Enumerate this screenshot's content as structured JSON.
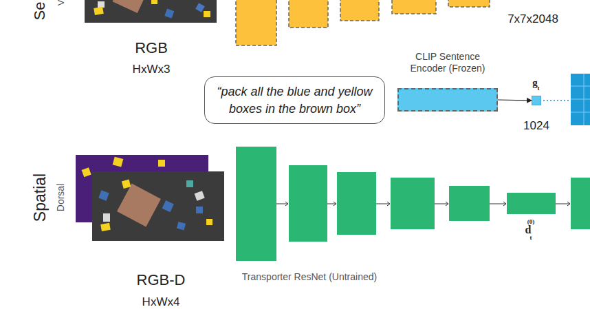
{
  "diagram": {
    "nodes": [
      {
        "text": [
          "“pack all the blue and yellow boxes in the brown box”"
        ]
      },
      {
        "text": [
          "CLIP Sentence Encoder (Frozen)"
        ]
      },
      {
        "text": [
          "g",
          "t",
          "1024"
        ]
      }
    ],
    "edges": [
      {
        "from": 1,
        "to": 2,
        "arrow": "to"
      }
    ],
    "labels": [
      "Se",
      "V",
      "7x7x2048",
      "RGB",
      "HxWx3",
      "Spatial",
      "Dorsal",
      "RGB-D",
      "HxWx4",
      "Transporter ResNet (Untrained)",
      "d",
      "t",
      "(0)"
    ]
  }
}
